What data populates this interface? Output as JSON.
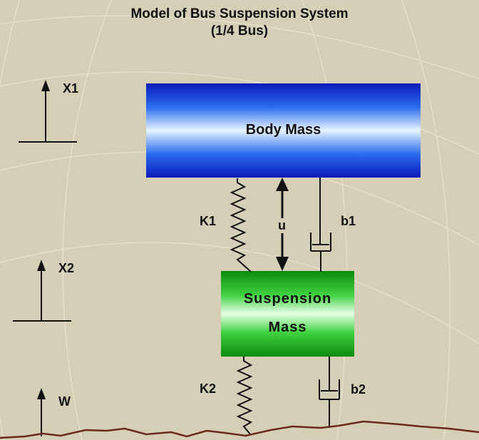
{
  "title": {
    "line1": "Model of Bus Suspension System",
    "line2": "(1/4 Bus)"
  },
  "masses": {
    "body": "Body Mass",
    "suspension_line1": "Suspension",
    "suspension_line2": "Mass"
  },
  "labels": {
    "x1": "X1",
    "x2": "X2",
    "w": "W",
    "k1": "K1",
    "k2": "K2",
    "b1": "b1",
    "b2": "b2",
    "u": "u"
  },
  "colors": {
    "background": "#d6cfb7",
    "body_mass": "#1a3fe8",
    "suspension_mass": "#1fb81f",
    "road": "#6b2a1a",
    "ink": "#111111"
  }
}
